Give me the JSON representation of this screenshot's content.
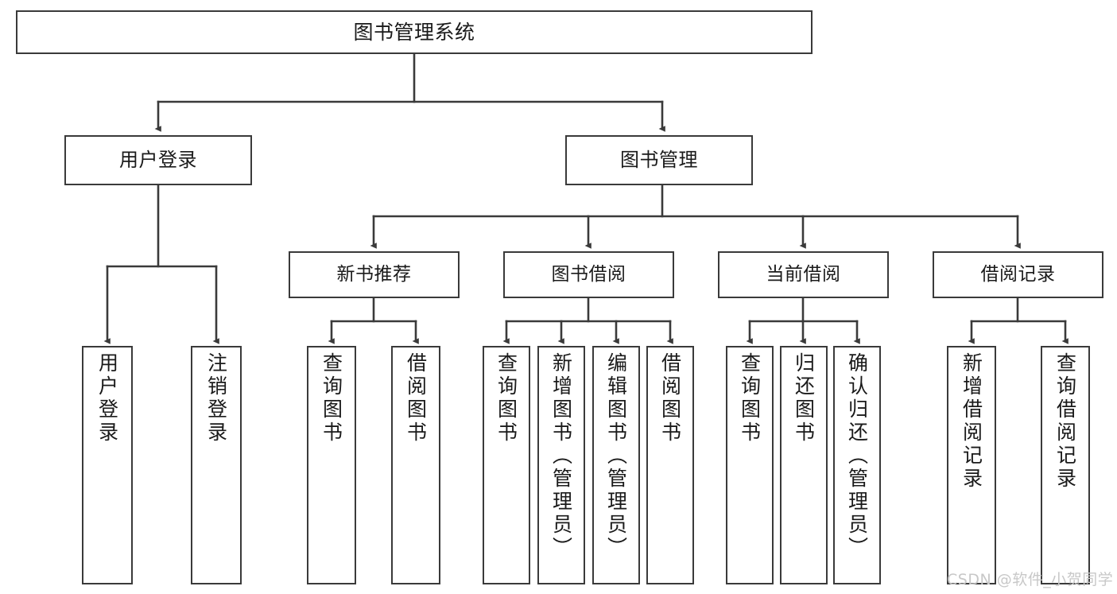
{
  "diagram": {
    "title": "图书管理系统",
    "watermark": "CSDN @软件_小贺同学",
    "style": {
      "box_border_color": "#3a3a3a",
      "box_fill_color": "#ffffff",
      "connector_color": "#3a3a3a",
      "background_color": "#ffffff",
      "watermark_color": "#c8c8c8"
    },
    "root": {
      "label": "图书管理系统"
    },
    "level2": [
      {
        "label": "用户登录"
      },
      {
        "label": "图书管理"
      }
    ],
    "level3": [
      {
        "label": "新书推荐"
      },
      {
        "label": "图书借阅"
      },
      {
        "label": "当前借阅"
      },
      {
        "label": "借阅记录"
      }
    ],
    "leaves": {
      "user_login": [
        {
          "label": "用户登录"
        },
        {
          "label": "注销登录"
        }
      ],
      "new_book_recommend": [
        {
          "label": "查询图书"
        },
        {
          "label": "借阅图书"
        }
      ],
      "book_borrow": [
        {
          "label": "查询图书"
        },
        {
          "label": "新增图书（管理员）"
        },
        {
          "label": "编辑图书（管理员）"
        },
        {
          "label": "借阅图书"
        }
      ],
      "current_borrow": [
        {
          "label": "查询图书"
        },
        {
          "label": "归还图书"
        },
        {
          "label": "确认归还（管理员）"
        }
      ],
      "borrow_record": [
        {
          "label": "新增借阅记录"
        },
        {
          "label": "查询借阅记录"
        }
      ]
    }
  }
}
